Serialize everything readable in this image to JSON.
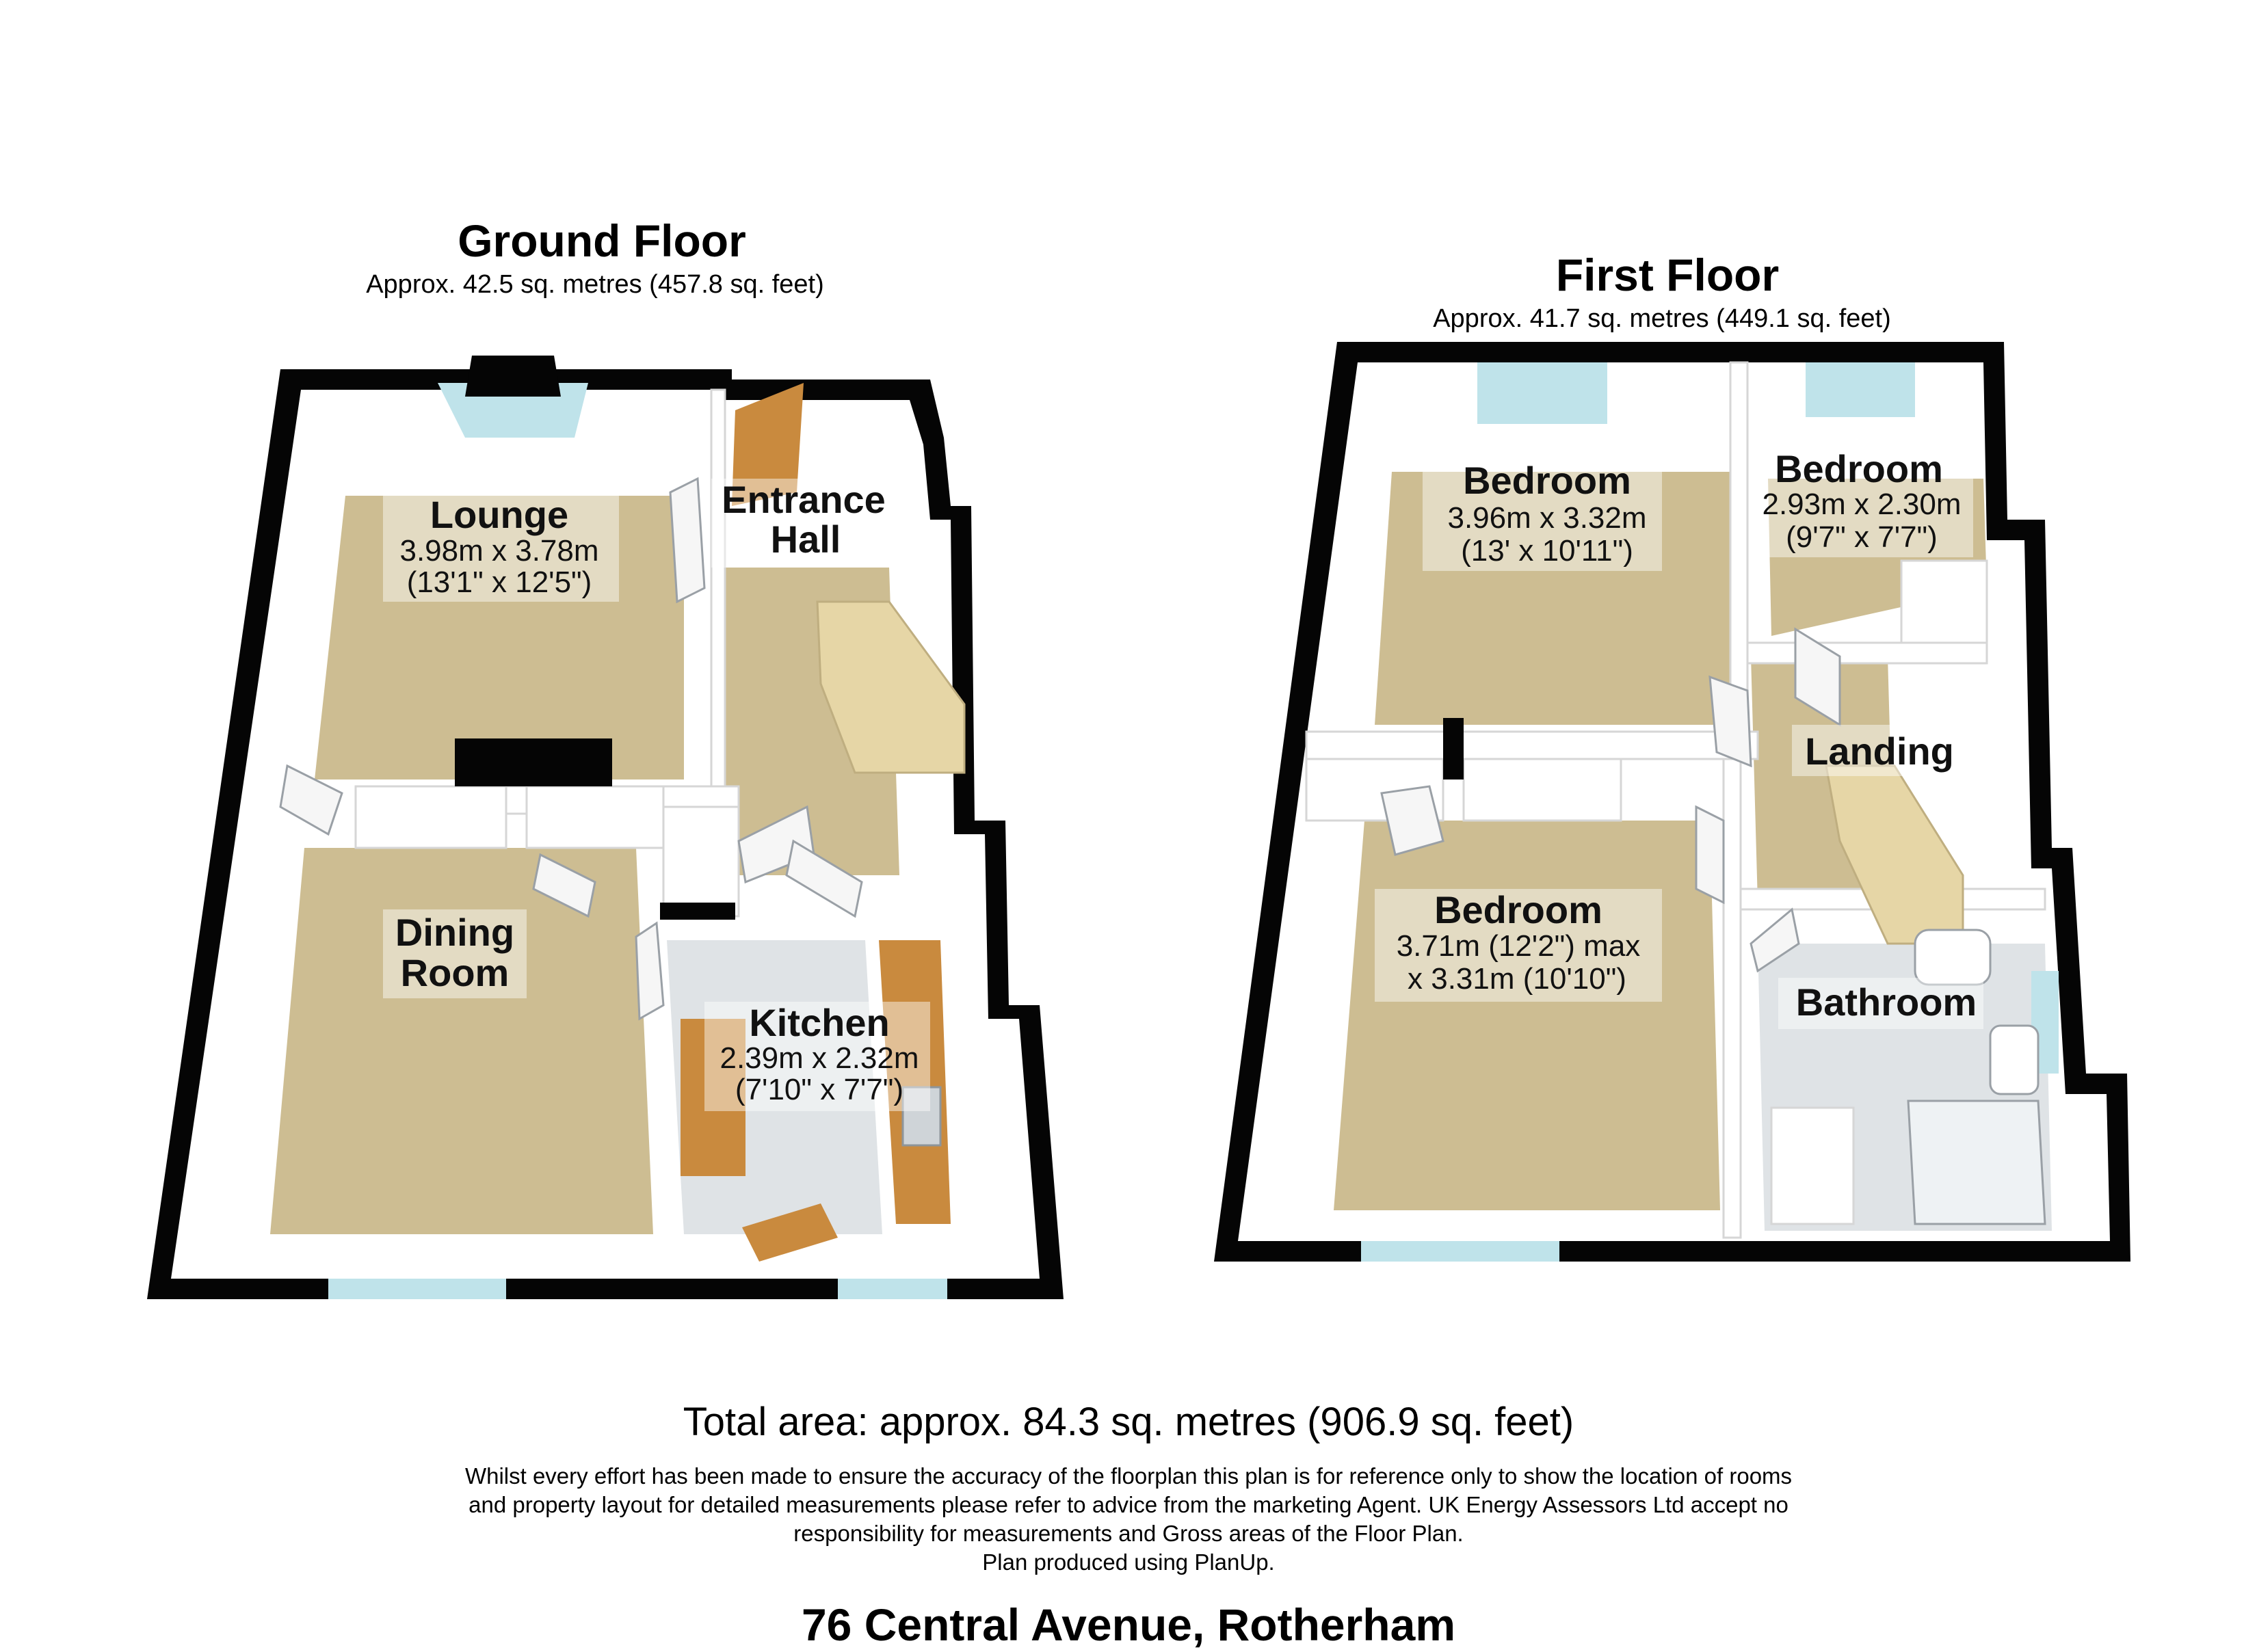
{
  "ground_floor": {
    "title": "Ground Floor",
    "area": "Approx. 42.5 sq. metres (457.8 sq. feet)",
    "rooms": {
      "lounge": {
        "name": "Lounge",
        "dim1": "3.98m x 3.78m",
        "dim2": "(13'1\" x 12'5\")"
      },
      "entrance_hall": {
        "name1": "Entrance",
        "name2": "Hall"
      },
      "dining_room": {
        "name1": "Dining",
        "name2": "Room"
      },
      "kitchen": {
        "name": "Kitchen",
        "dim1": "2.39m x 2.32m",
        "dim2": "(7'10\" x 7'7\")"
      }
    }
  },
  "first_floor": {
    "title": "First Floor",
    "area": "Approx. 41.7 sq. metres (449.1 sq. feet)",
    "rooms": {
      "bedroom_1": {
        "name": "Bedroom",
        "dim1": "3.96m x 3.32m",
        "dim2": "(13' x 10'11\")"
      },
      "bedroom_2": {
        "name": "Bedroom",
        "dim1": "2.93m x 2.30m",
        "dim2": "(9'7\" x 7'7\")"
      },
      "landing": {
        "name": "Landing"
      },
      "bedroom_3": {
        "name": "Bedroom",
        "dim1": "3.71m (12'2\") max",
        "dim2": "x 3.31m (10'10\")"
      },
      "bathroom": {
        "name": "Bathroom"
      }
    }
  },
  "footer": {
    "total_area": "Total area: approx. 84.3 sq. metres (906.9 sq. feet)",
    "disclaimer_lines": [
      "Whilst every effort has been made to ensure the accuracy of the floorplan this plan is for reference only to show the location of rooms",
      "and property layout for detailed measurements please refer to advice from the marketing Agent. UK Energy Assessors Ltd accept no",
      "responsibility for measurements and Gross areas of the Floor Plan.",
      "Plan produced using PlanUp."
    ],
    "address": "76 Central Avenue, Rotherham"
  }
}
